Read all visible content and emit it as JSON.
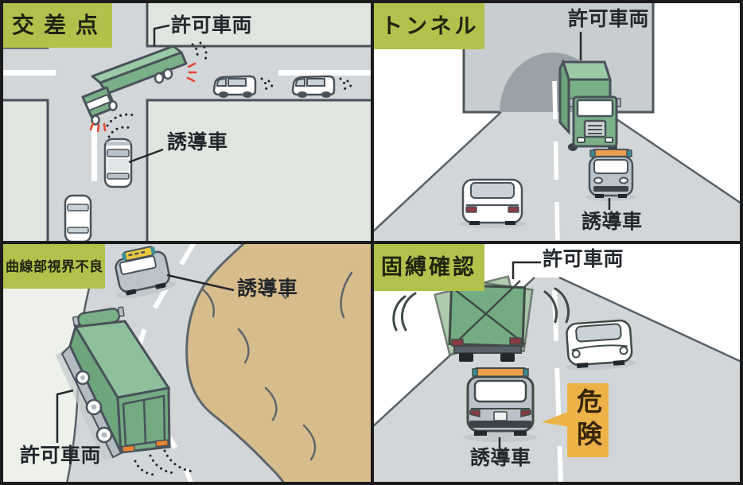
{
  "figure": {
    "description": "誘導車配置例 4コマ図",
    "panels": [
      {
        "id": "intersection",
        "title": "交差点",
        "permitted_label": "許可車両",
        "escort_label": "誘導車"
      },
      {
        "id": "tunnel",
        "title": "トンネル",
        "permitted_label": "許可車両",
        "escort_label": "誘導車"
      },
      {
        "id": "curve",
        "title": "曲線部視界不良",
        "permitted_label": "許可車両",
        "escort_label": "誘導車"
      },
      {
        "id": "load-securing",
        "title": "固縛確認",
        "permitted_label": "許可車両",
        "escort_label": "誘導車",
        "danger_callout": "危険"
      }
    ]
  },
  "palette": {
    "label_bg": "#b2c14b",
    "road_gray": "#d2d6d8",
    "block_gray_green": "#e0e5e0",
    "offroad_pale": "#eef1ea",
    "outline_dark": "#49525a",
    "truck_green": "#79b087",
    "truck_green_top": "#9ccaa7",
    "truck_green_dark": "#6da57c",
    "tunnel_face": "#c8cdd0",
    "tunnel_opening": "#9aa2a8",
    "hill_tan": "#d8bd8c",
    "escort_body": "#b9c3c9",
    "roof_sign_orange": "#eb9e4b",
    "roof_sign_yellow": "#e9c83e",
    "roof_sign_teal": "#3b8d95",
    "danger_bg": "#ecb248",
    "danger_text": "#362508",
    "flash_red": "#e0452e",
    "taillight_red": "#8c3a42",
    "truck_taillight_orange": "#e8822e",
    "text_dark": "#24282c"
  }
}
